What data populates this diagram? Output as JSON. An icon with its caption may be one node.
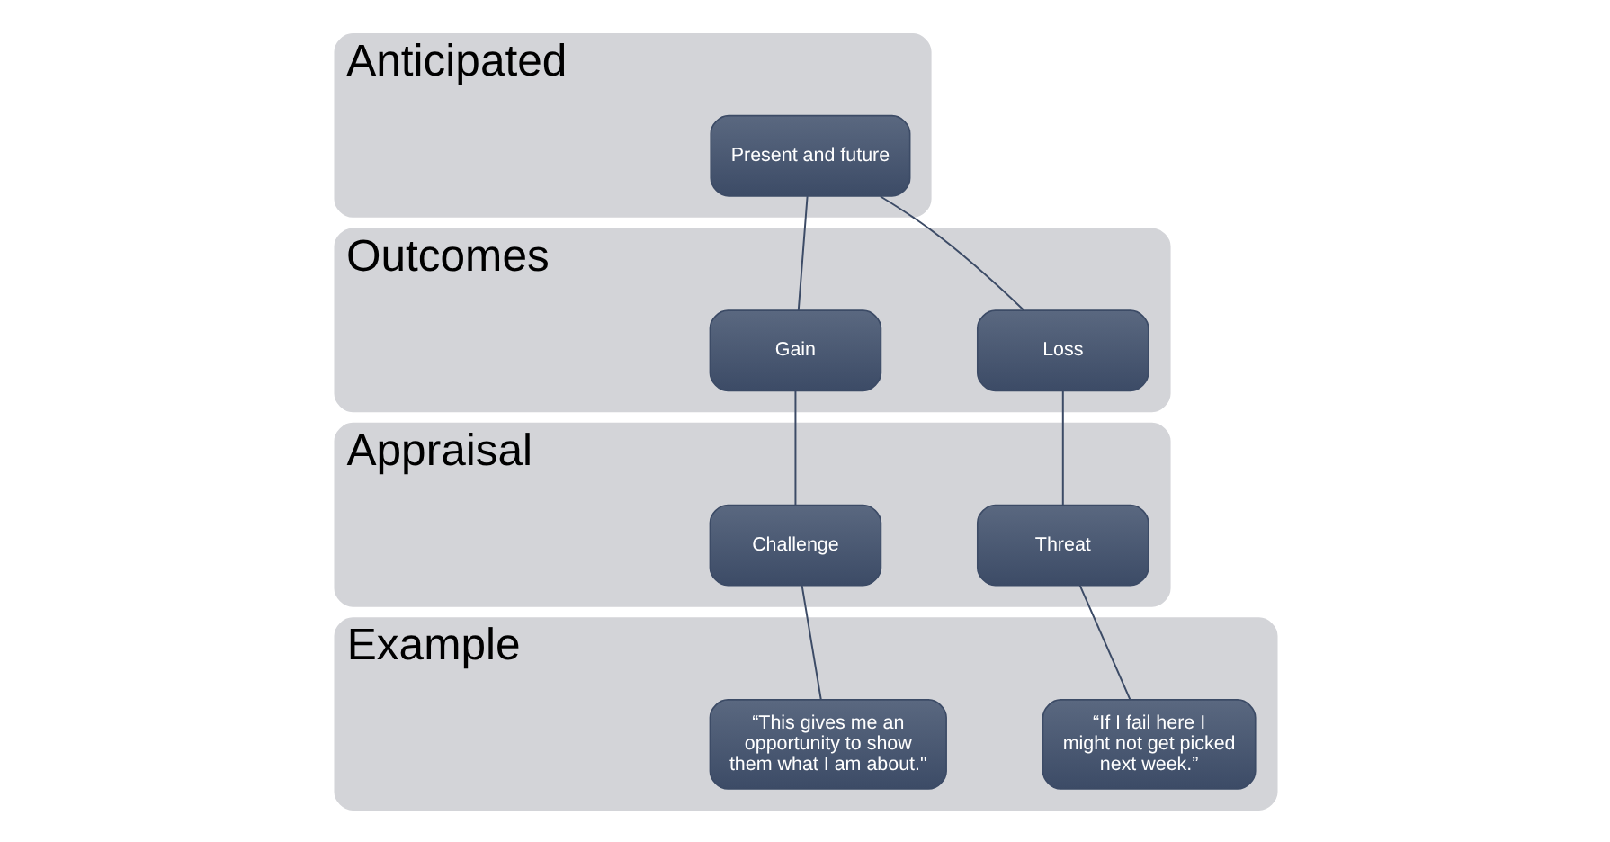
{
  "diagram": {
    "nodes": [
      {
        "text": [
          "Anticipated"
        ]
      },
      {
        "text": [
          "Present and future"
        ],
        "in": 0
      },
      {
        "text": [
          "Outcomes"
        ]
      },
      {
        "text": [
          "Gain"
        ],
        "in": 2
      },
      {
        "text": [
          "Loss"
        ],
        "in": 2
      },
      {
        "text": [
          "Appraisal"
        ]
      },
      {
        "text": [
          "Challenge"
        ],
        "in": 5
      },
      {
        "text": [
          "Threat"
        ],
        "in": 5
      },
      {
        "text": [
          "Example"
        ]
      },
      {
        "text": [
          "“This gives me an opportunity to show them what I am about.\""
        ],
        "in": 8
      },
      {
        "text": [
          "“If I fail here I might not get picked next week.”"
        ],
        "in": 8
      }
    ],
    "edges": [
      {
        "from": 1,
        "to": 3,
        "arrow": "none"
      },
      {
        "from": 1,
        "to": 4,
        "arrow": "none"
      },
      {
        "from": 3,
        "to": 6,
        "arrow": "none"
      },
      {
        "from": 4,
        "to": 7,
        "arrow": "none"
      },
      {
        "from": 6,
        "to": 9,
        "arrow": "none"
      },
      {
        "from": 7,
        "to": 10,
        "arrow": "none"
      }
    ]
  }
}
